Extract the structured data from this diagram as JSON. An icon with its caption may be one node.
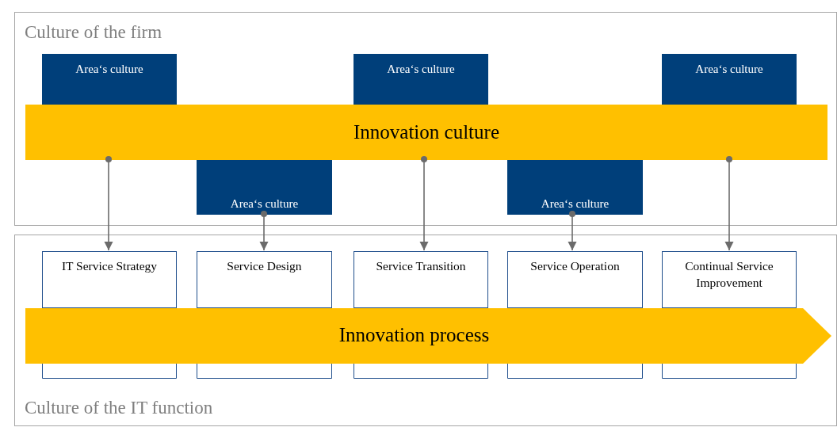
{
  "diagram": {
    "nodes": [
      {
        "text": [
          "Culture of the firm"
        ]
      },
      {
        "text": [
          "Area‘s culture"
        ],
        "in": 0
      },
      {
        "text": [
          "Area‘s culture"
        ],
        "in": 0
      },
      {
        "text": [
          "Area‘s culture"
        ],
        "in": 0
      },
      {
        "text": [
          "Innovation culture"
        ],
        "in": 0
      },
      {
        "text": [
          "Area‘s culture"
        ],
        "in": 0
      },
      {
        "text": [
          "Area‘s culture"
        ],
        "in": 0
      },
      {
        "text": [
          "Culture of the IT function"
        ]
      },
      {
        "text": [
          "IT Service Strategy"
        ],
        "in": 7
      },
      {
        "text": [
          "Service Design"
        ],
        "in": 7
      },
      {
        "text": [
          "Service Transition"
        ],
        "in": 7
      },
      {
        "text": [
          "Service Operation"
        ],
        "in": 7
      },
      {
        "text": [
          "Continual Service Improvement"
        ],
        "in": 7
      },
      {
        "text": [
          "Innovation process"
        ],
        "in": 7
      }
    ],
    "edges": [
      {
        "from": 4,
        "to": 8,
        "arrow": "to"
      },
      {
        "from": 5,
        "to": 9,
        "arrow": "to"
      },
      {
        "from": 4,
        "to": 10,
        "arrow": "to"
      },
      {
        "from": 6,
        "to": 11,
        "arrow": "to"
      },
      {
        "from": 4,
        "to": 12,
        "arrow": "to"
      }
    ]
  }
}
